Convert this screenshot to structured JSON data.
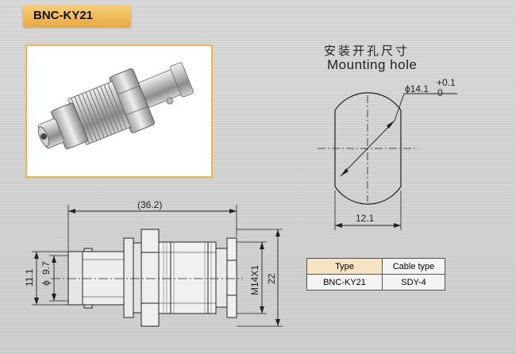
{
  "title": "BNC-KY21",
  "mounting_hole": {
    "label_cn": "安装开孔尺寸",
    "label_en": "Mounting hole",
    "diameter_text": "ϕ14.1",
    "tol_upper": "+0.1",
    "tol_lower": "0",
    "flat_width": "12.1"
  },
  "dimensions": {
    "overall_length": "(36.2)",
    "body_dia_outer": "11.1",
    "body_dia_inner_prefix": "ϕ",
    "body_dia_inner": "9.7",
    "thread": "M14X1",
    "nut_size": "22"
  },
  "table": {
    "headers": [
      "Type",
      "Cable type"
    ],
    "rows": [
      [
        "BNC-KY21",
        "SDY-4"
      ]
    ]
  },
  "colors": {
    "accent": "#e9a93f",
    "frame": "#f0b44f",
    "header_cell": "#f6e3c3"
  }
}
